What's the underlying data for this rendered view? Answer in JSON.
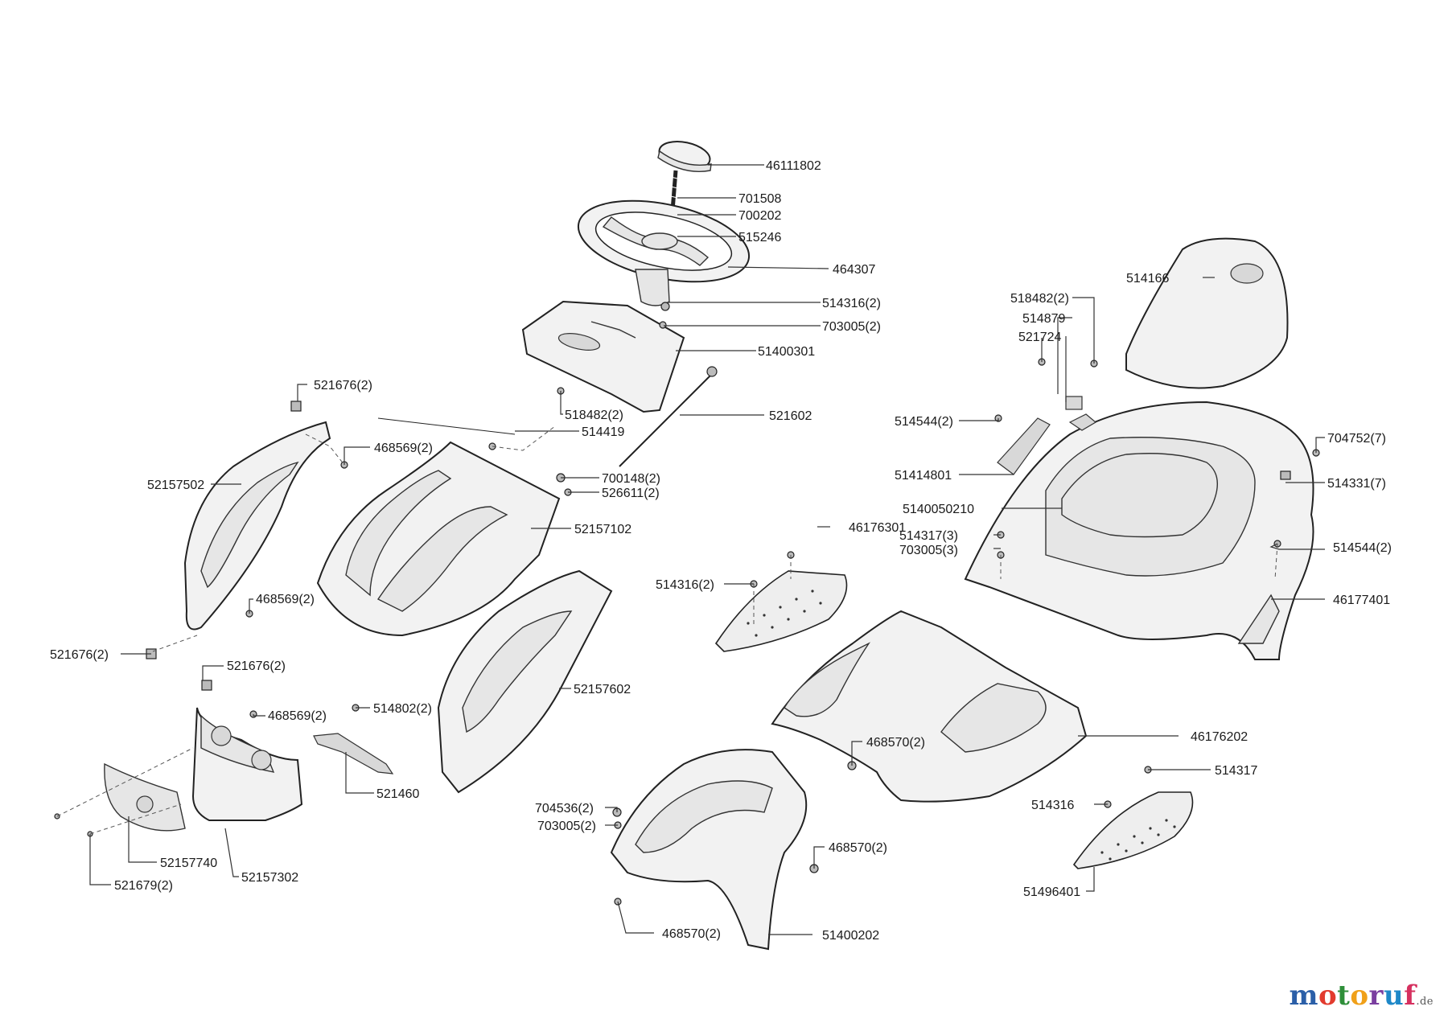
{
  "labels": [
    {
      "id": "l46111802",
      "text": "46111802"
    },
    {
      "id": "l701508",
      "text": "701508"
    },
    {
      "id": "l700202",
      "text": "700202"
    },
    {
      "id": "l515246",
      "text": "515246"
    },
    {
      "id": "l464307",
      "text": "464307"
    },
    {
      "id": "l514316_2a",
      "text": "514316(2)"
    },
    {
      "id": "l703005_2a",
      "text": "703005(2)"
    },
    {
      "id": "l51400301",
      "text": "51400301"
    },
    {
      "id": "l518482_2a",
      "text": "518482(2)"
    },
    {
      "id": "l521602",
      "text": "521602"
    },
    {
      "id": "l514419",
      "text": "514419"
    },
    {
      "id": "l521676_2a",
      "text": "521676(2)"
    },
    {
      "id": "l468569_2a",
      "text": "468569(2)"
    },
    {
      "id": "l52157502",
      "text": "52157502"
    },
    {
      "id": "l700148_2",
      "text": "700148(2)"
    },
    {
      "id": "l526611_2",
      "text": "526611(2)"
    },
    {
      "id": "l52157102",
      "text": "52157102"
    },
    {
      "id": "l468569_2b",
      "text": "468569(2)"
    },
    {
      "id": "l521676_2b",
      "text": "521676(2)"
    },
    {
      "id": "l521676_2c",
      "text": "521676(2)"
    },
    {
      "id": "l468569_2c",
      "text": "468569(2)"
    },
    {
      "id": "l514802_2",
      "text": "514802(2)"
    },
    {
      "id": "l52157602",
      "text": "52157602"
    },
    {
      "id": "l521460",
      "text": "521460"
    },
    {
      "id": "l52157740",
      "text": "52157740"
    },
    {
      "id": "l521679_2",
      "text": "521679(2)"
    },
    {
      "id": "l52157302",
      "text": "52157302"
    },
    {
      "id": "l514166",
      "text": "514166"
    },
    {
      "id": "l518482_2b",
      "text": "518482(2)"
    },
    {
      "id": "l514879",
      "text": "514879"
    },
    {
      "id": "l521724",
      "text": "521724"
    },
    {
      "id": "l514544_2a",
      "text": "514544(2)"
    },
    {
      "id": "l704752_7",
      "text": "704752(7)"
    },
    {
      "id": "l51414801",
      "text": "51414801"
    },
    {
      "id": "l514331_7",
      "text": "514331(7)"
    },
    {
      "id": "l5140050210",
      "text": "5140050210"
    },
    {
      "id": "l46176301",
      "text": "46176301"
    },
    {
      "id": "l514317_3",
      "text": "514317(3)"
    },
    {
      "id": "l703005_3",
      "text": "703005(3)"
    },
    {
      "id": "l514544_2b",
      "text": "514544(2)"
    },
    {
      "id": "l514316_2b",
      "text": "514316(2)"
    },
    {
      "id": "l46177401",
      "text": "46177401"
    },
    {
      "id": "l46176202",
      "text": "46176202"
    },
    {
      "id": "l468570_2a",
      "text": "468570(2)"
    },
    {
      "id": "l704536_2",
      "text": "704536(2)"
    },
    {
      "id": "l703005_2b",
      "text": "703005(2)"
    },
    {
      "id": "l468570_2b",
      "text": "468570(2)"
    },
    {
      "id": "l468570_2c",
      "text": "468570(2)"
    },
    {
      "id": "l51400202",
      "text": "51400202"
    },
    {
      "id": "l514317",
      "text": "514317"
    },
    {
      "id": "l514316",
      "text": "514316"
    },
    {
      "id": "l51496401",
      "text": "51496401"
    }
  ],
  "brand": {
    "main": "motoruf",
    "suffix": ".de",
    "colors": {
      "m": "#2b5fa8",
      "o1": "#e23b2e",
      "t": "#2f8f3a",
      "o2": "#f0a019",
      "r": "#7b3fa0",
      "u": "#1e88c8",
      "f": "#d6305f"
    }
  }
}
